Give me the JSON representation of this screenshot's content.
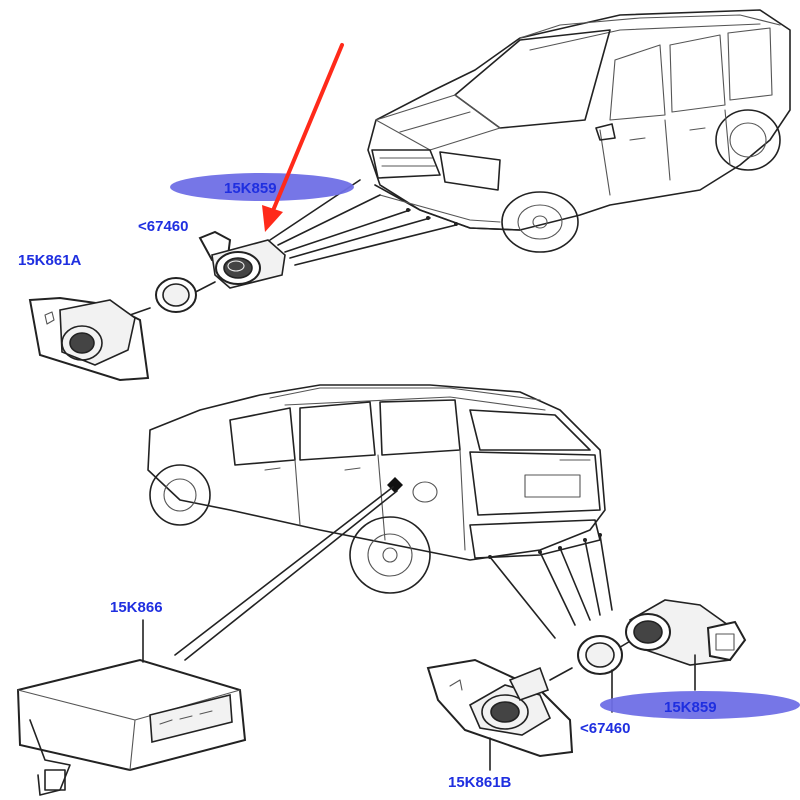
{
  "labels": {
    "front_sensor": "15K859",
    "front_bezel": "15K861A",
    "front_ring": "<67460",
    "rear_sensor": "15K859",
    "rear_bezel": "15K861B",
    "rear_ring": "<67460",
    "control_module": "15K866"
  },
  "colors": {
    "label_text": "#1f2fe0",
    "highlight": "#6f6fe6",
    "arrow": "#ff2a1a",
    "line": "#222222"
  }
}
